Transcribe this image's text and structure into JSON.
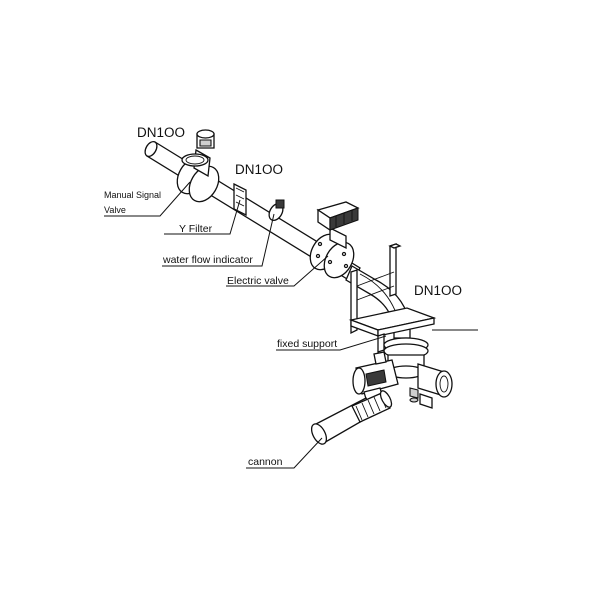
{
  "labels": {
    "dn_top_left": "DN1OO",
    "dn_middle": "DN1OO",
    "dn_right": "DN1OO",
    "manual_signal_line1": "Manual Signal",
    "manual_signal_line2": "Valve",
    "y_filter": "Y Filter",
    "water_flow_indicator": "water flow indicator",
    "electric_valve": "Electric valve",
    "fixed_support": "fixed support",
    "cannon": "cannon"
  }
}
